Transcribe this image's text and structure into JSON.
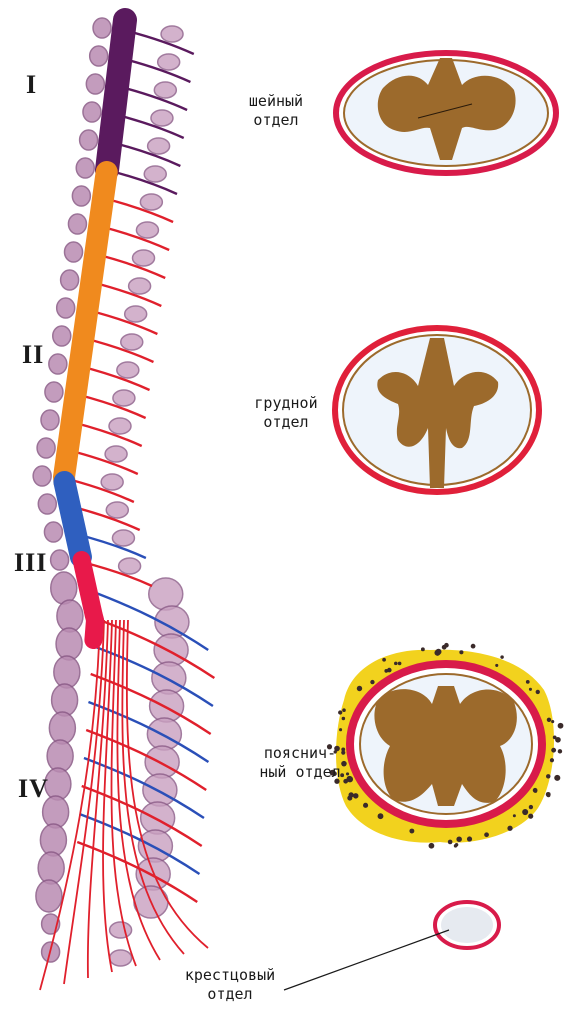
{
  "sections": [
    {
      "numeral": "I"
    },
    {
      "numeral": "II"
    },
    {
      "numeral": "III"
    },
    {
      "numeral": "IV"
    }
  ],
  "labels": {
    "cervical": {
      "line1": "шейный",
      "line2": "отдел"
    },
    "thoracic": {
      "line1": "грудной",
      "line2": "отдел"
    },
    "lumbar": {
      "line1": "пояснич-",
      "line2": "ный отдел"
    },
    "sacral": {
      "line1": "крестцовый",
      "line2": "отдел"
    }
  },
  "colors": {
    "cervical_cord": "#5a1a5e",
    "thoracic_cord": "#f08a1e",
    "lumbar_cord": "#2f5fbf",
    "sacral_cord": "#e8194a",
    "nerve_red": "#e0202c",
    "nerve_blue": "#2a4fb8",
    "vertebra": "#8a5a86",
    "grey_matter": "#9c6a2c",
    "membrane": "#d81b4a",
    "fat": "#f2d21e"
  }
}
